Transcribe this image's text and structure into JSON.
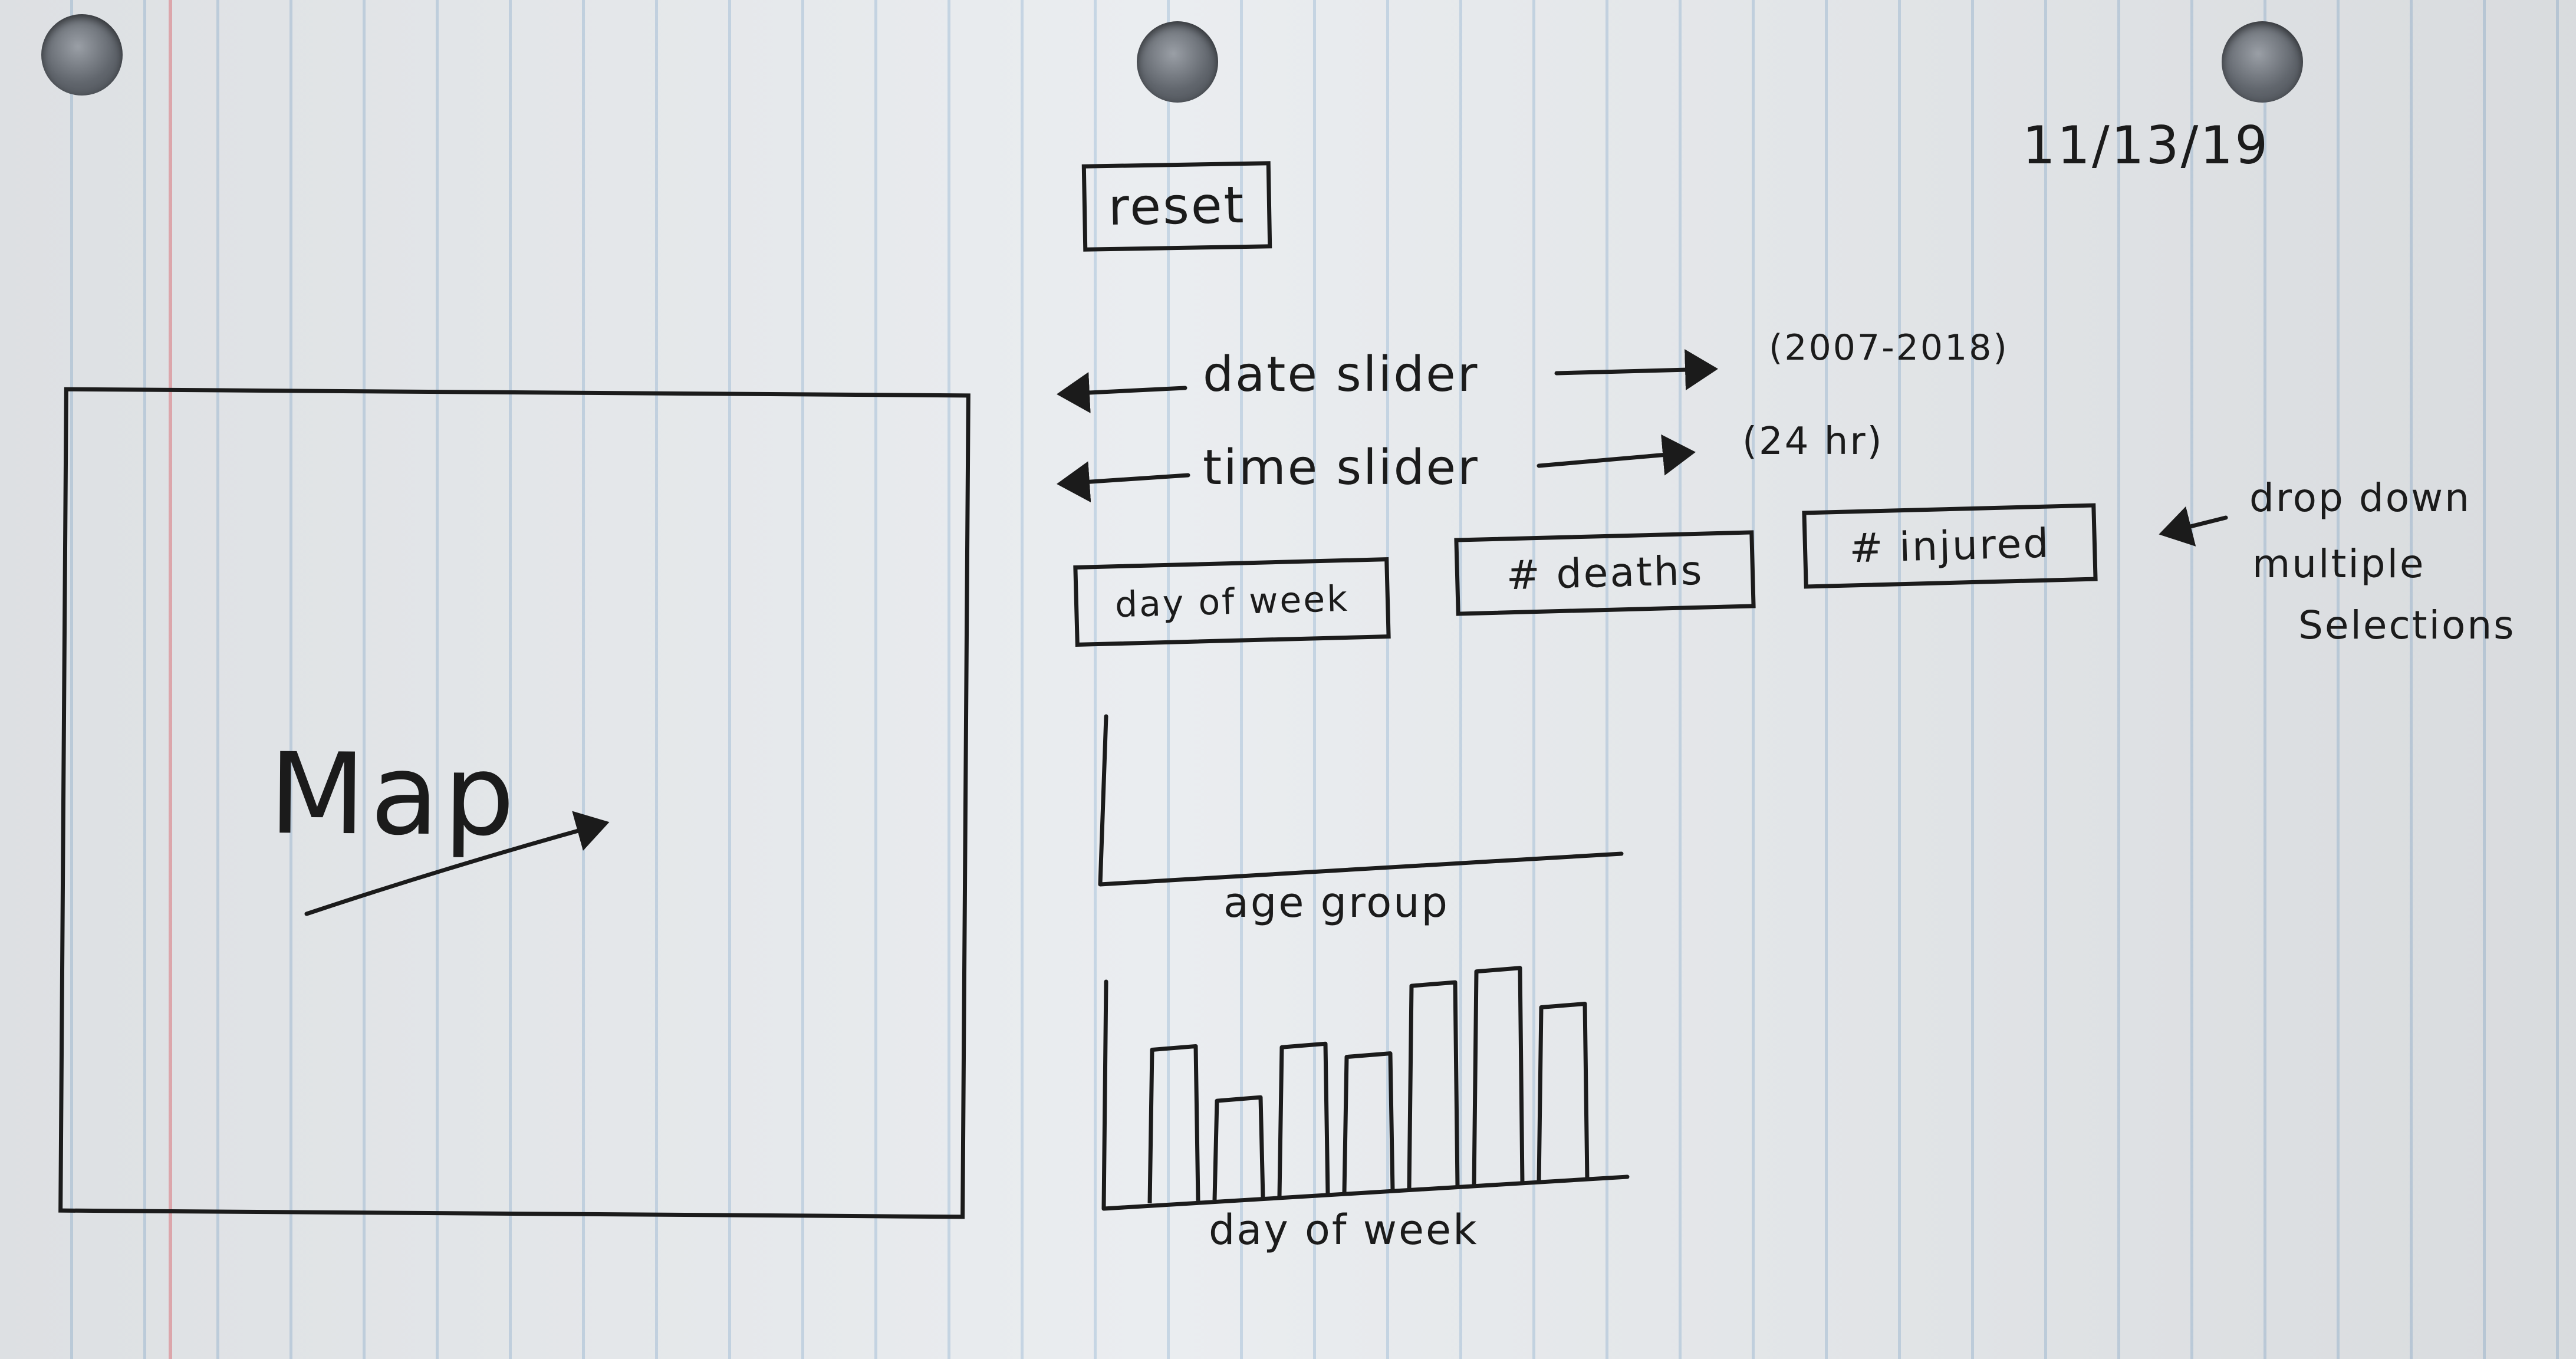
{
  "date": "11/13/19",
  "controls": {
    "reset_label": "reset",
    "date_slider_label": "date slider",
    "date_slider_range": "(2007-2018)",
    "time_slider_label": "time slider",
    "time_slider_range": "(24 hr)",
    "dropdowns": [
      {
        "label": "day of week"
      },
      {
        "label": "# deaths"
      },
      {
        "label": "# injured"
      }
    ],
    "dropdown_note_line1": "drop down",
    "dropdown_note_line2": "multiple",
    "dropdown_note_line3": "Selections"
  },
  "map": {
    "label": "Map"
  },
  "charts": {
    "age_chart_xlabel": "age group",
    "day_chart_xlabel": "day of week",
    "day_chart_levels": [
      0.72,
      0.47,
      0.7,
      0.64,
      0.95,
      1.0,
      0.82
    ]
  },
  "colors": {
    "ink": "#1b1b1b",
    "paper": "#e9ecef",
    "margin_line": "#e27880",
    "rule_line": "#96b6d4"
  }
}
